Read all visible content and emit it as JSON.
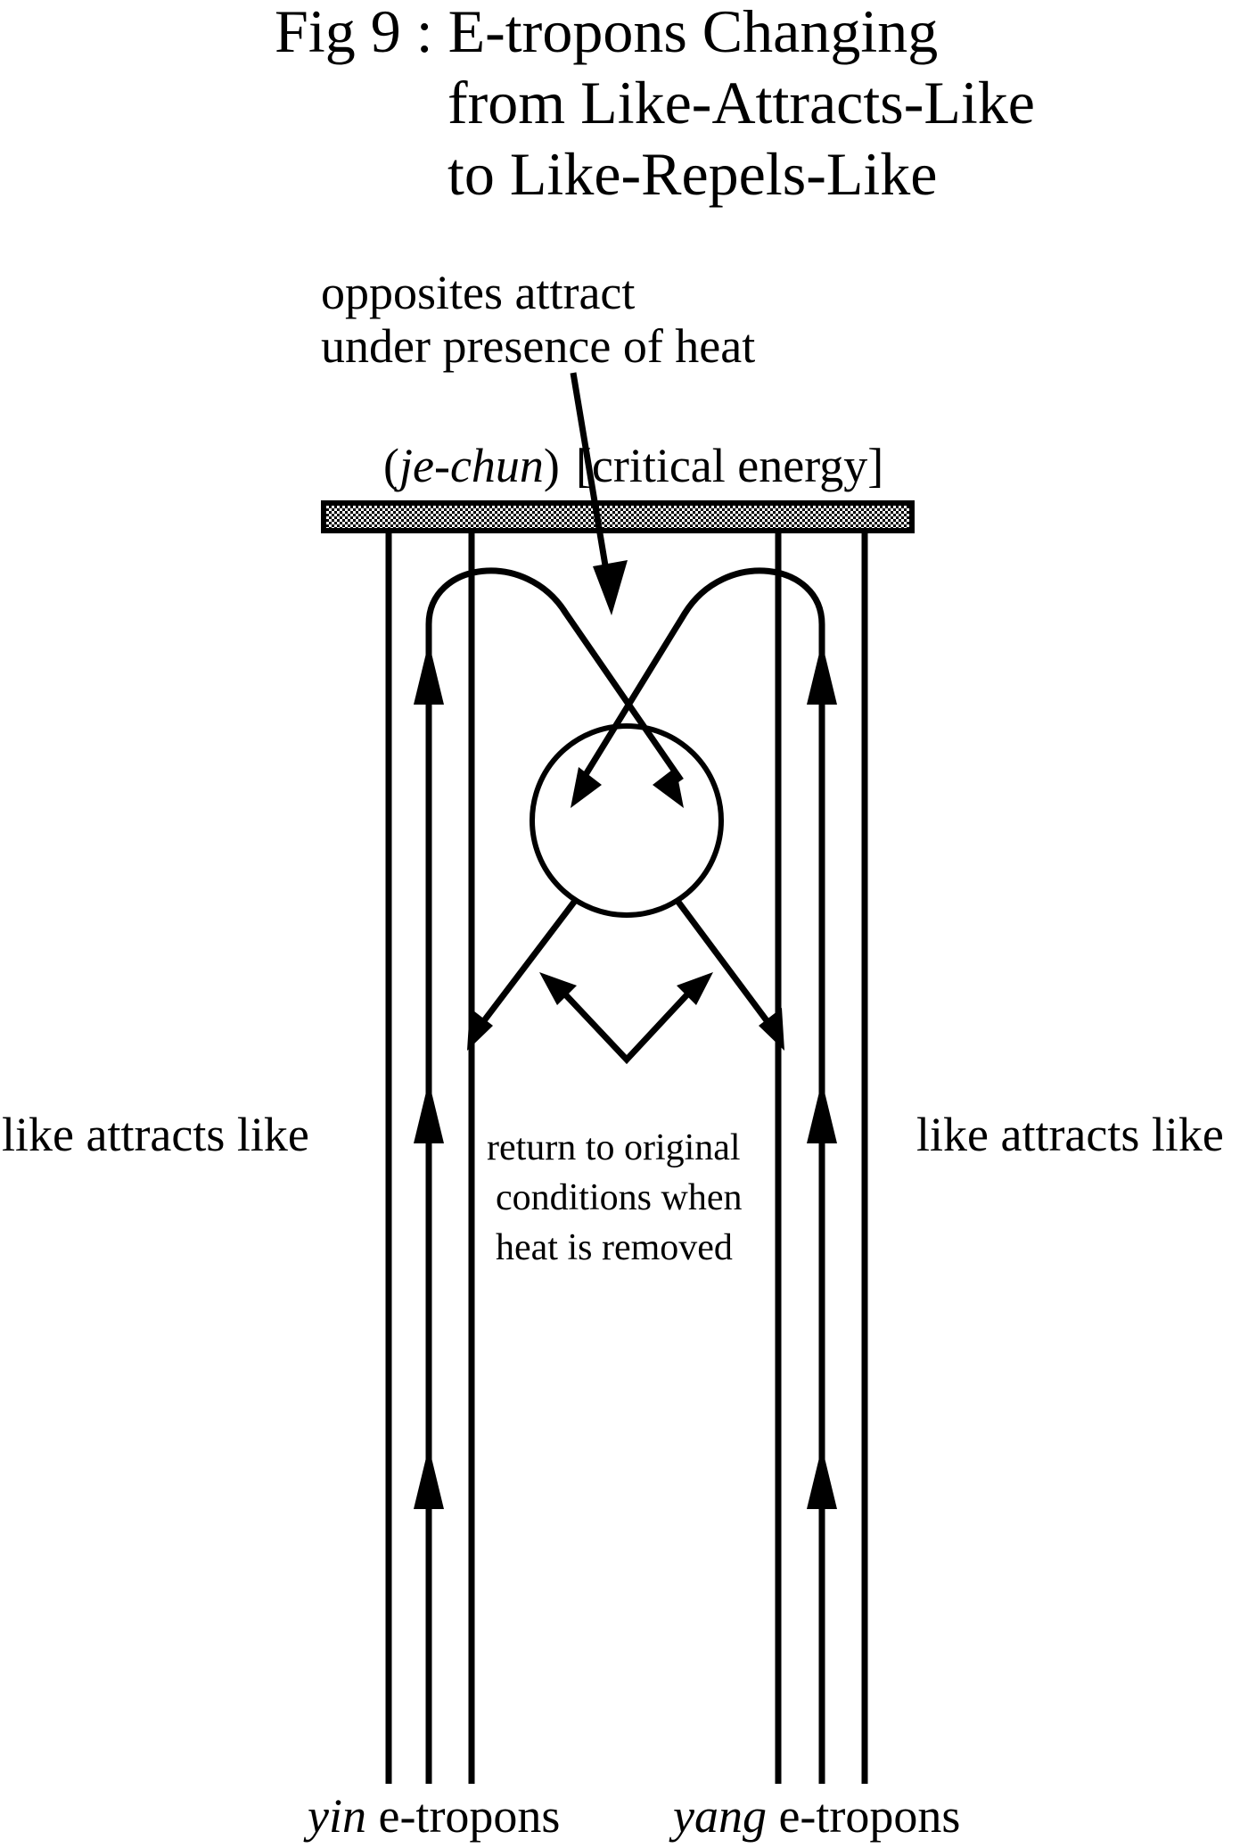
{
  "figure": {
    "title_lines": [
      "Fig 9 : E-tropons Changing",
      "from Like-Attracts-Like",
      "to Like-Repels-Like"
    ],
    "top_note_lines": [
      "opposites attract",
      "under presence of heat"
    ],
    "bar_label": {
      "open_paren": "(",
      "je_chun": "je-chun",
      "close_paren": ")",
      "critical": "[critical energy]"
    },
    "left_label": "like attracts like",
    "right_label": "like attracts like",
    "center_note_lines": [
      "return to original",
      "conditions when",
      "heat is removed"
    ],
    "bottom_left": {
      "italic": "yin",
      "rest": " e-tropons"
    },
    "bottom_right": {
      "italic": "yang",
      "rest": " e-tropons"
    },
    "colors": {
      "ink": "#000000",
      "bar_fill": "#bdbdbd"
    }
  }
}
